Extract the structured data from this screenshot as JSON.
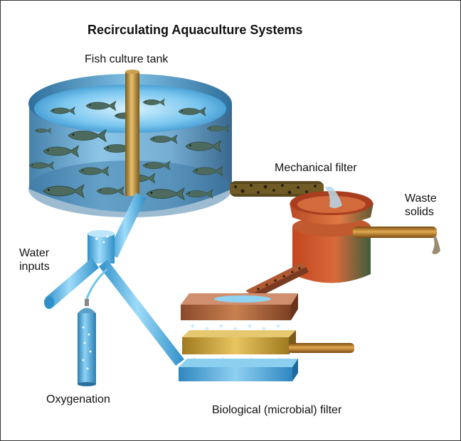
{
  "title": "Recirculating Aquaculture Systems",
  "labels": {
    "fish_tank": "Fish culture tank",
    "mechanical_filter": "Mechanical filter",
    "waste_line1": "Waste",
    "waste_line2": "solids",
    "water_line1": "Water",
    "water_line2": "inputs",
    "oxygenation": "Oxygenation",
    "bio_filter": "Biological (microbial) filter"
  },
  "colors": {
    "water": "#3aa8e0",
    "pipe_blue": "#5cc0ef",
    "pipe_brown": "#b5761e",
    "filter_orange": "#d0502a",
    "filter_green": "#3c5a3a",
    "bio_gold": "#c9a13a"
  }
}
